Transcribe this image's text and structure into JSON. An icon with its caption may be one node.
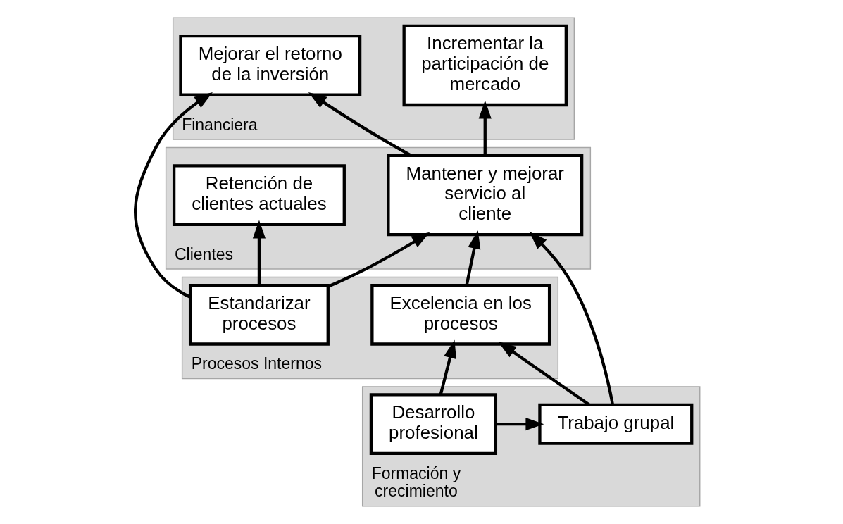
{
  "diagram": {
    "nodes": [
      {
        "text": [
          "Financiera"
        ]
      },
      {
        "text": [
          "Incrementar la participación de mercado"
        ],
        "in": 0
      },
      {
        "text": [
          "Mejorar el retorno de la inversión"
        ],
        "in": 0
      },
      {
        "text": [
          "Clientes"
        ]
      },
      {
        "text": [
          "Mantener y mejorar servicio al cliente"
        ],
        "in": 3
      },
      {
        "text": [
          "Retención de clientes actuales"
        ],
        "in": 3
      },
      {
        "text": [
          "Procesos Internos"
        ]
      },
      {
        "text": [
          "Estandarizar procesos"
        ],
        "in": 6
      },
      {
        "text": [
          "Excelencia en los procesos"
        ],
        "in": 6
      },
      {
        "text": [
          "Formación y crecimiento"
        ]
      },
      {
        "text": [
          "Desarrollo profesional"
        ],
        "in": 9
      },
      {
        "text": [
          "Trabajo grupal"
        ],
        "in": 9
      }
    ],
    "edges": [
      {
        "from": 4,
        "to": 1,
        "arrow": "to"
      },
      {
        "from": 4,
        "to": 2,
        "arrow": "to"
      },
      {
        "from": 7,
        "to": 4,
        "arrow": "to"
      },
      {
        "from": 7,
        "to": 2,
        "arrow": "to"
      },
      {
        "from": 7,
        "to": 5,
        "arrow": "to"
      },
      {
        "from": 8,
        "to": 4,
        "arrow": "to"
      },
      {
        "from": 11,
        "to": 4,
        "arrow": "to"
      },
      {
        "from": 10,
        "to": 8,
        "arrow": "to"
      },
      {
        "from": 11,
        "to": 8,
        "arrow": "to"
      },
      {
        "from": 10,
        "to": 11,
        "arrow": "to"
      }
    ]
  }
}
